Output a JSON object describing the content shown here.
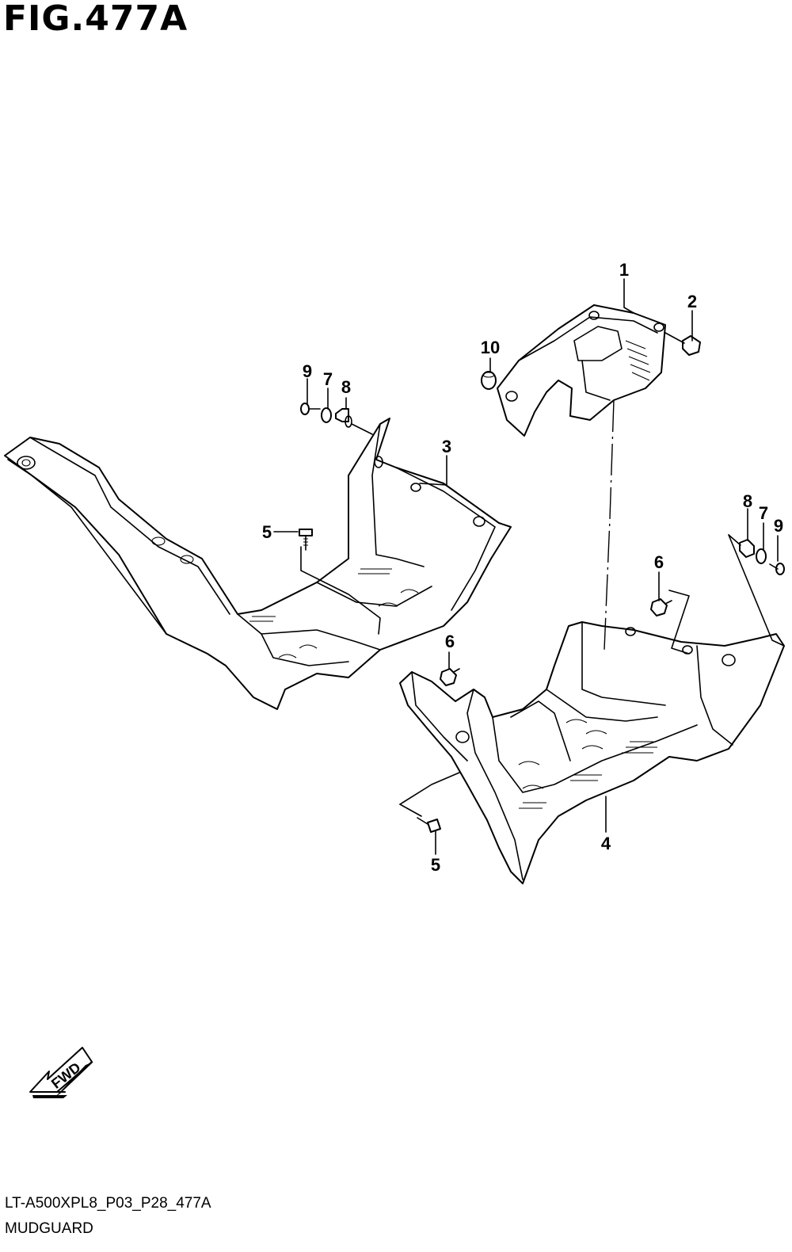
{
  "figure": {
    "title": "FIG.477A",
    "fwd_label": "FWD"
  },
  "footer": {
    "code": "LT-A500XPL8_P03_P28_477A",
    "name": "MUDGUARD"
  },
  "callouts": {
    "c1": "1",
    "c2": "2",
    "c3": "3",
    "c4": "4",
    "c5a": "5",
    "c5b": "5",
    "c6a": "6",
    "c6b": "6",
    "c7a": "7",
    "c7b": "7",
    "c8a": "8",
    "c8b": "8",
    "c9a": "9",
    "c9b": "9",
    "c10": "10"
  }
}
